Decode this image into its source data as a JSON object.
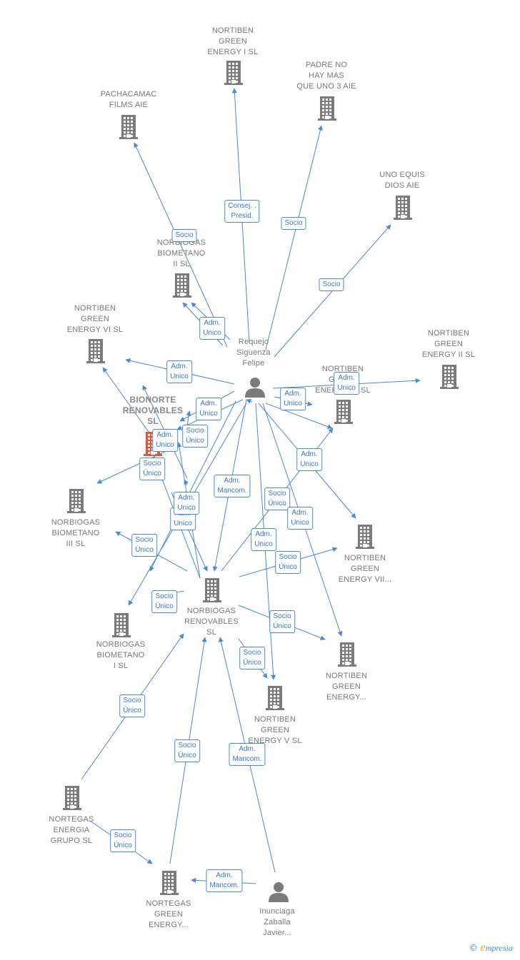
{
  "colors": {
    "edge": "#4a88d8",
    "building": "#7b7b7b",
    "focus_building": "#e0573a",
    "person": "#7b7b7b",
    "label": "#777777"
  },
  "nodes": [
    {
      "id": "nortiben_green_energy_i",
      "type": "company",
      "label": "NORTIBEN\nGREEN\nENERGY I  SL"
    },
    {
      "id": "padre_no_hay_mas",
      "type": "company",
      "label": "PADRE NO\nHAY MAS\nQUE UNO 3 AIE"
    },
    {
      "id": "pachacamac_films",
      "type": "company",
      "label": "PACHACAMAC\nFILMS AIE"
    },
    {
      "id": "uno_equis_dios",
      "type": "company",
      "label": "UNO EQUIS\nDIOS AIE"
    },
    {
      "id": "norbiogas_biometano_ii",
      "type": "company",
      "label": "NORBIOGAS\nBIOMETANO\nII  SL"
    },
    {
      "id": "nortiben_green_energy_vi",
      "type": "company",
      "label": "NORTIBEN\nGREEN\nENERGY VI  SL"
    },
    {
      "id": "requejo_siguenza",
      "type": "person",
      "label": "Requejo\nSiguenza\nFelipe"
    },
    {
      "id": "nortiben_green_energy_ii",
      "type": "company",
      "label": "NORTIBEN\nGREEN\nENERGY II  SL"
    },
    {
      "id": "nortiben_green_energy_iii",
      "type": "company",
      "label": "NORTIBEN\nGREEN\nENERGY III  SL"
    },
    {
      "id": "bionorte_renovables",
      "type": "company",
      "focus": true,
      "label": "BIONORTE\nRENOVABLES\nSL"
    },
    {
      "id": "norbiogas_biometano_iii",
      "type": "company",
      "label": "NORBIOGAS\nBIOMETANO\nIII  SL"
    },
    {
      "id": "nortiben_green_energy_vii",
      "type": "company",
      "label": "NORTIBEN\nGREEN\nENERGY VII..."
    },
    {
      "id": "norbiogas_renovables",
      "type": "company",
      "label": "NORBIOGAS\nRENOVABLES\nSL"
    },
    {
      "id": "norbiogas_biometano_i",
      "type": "company",
      "label": "NORBIOGAS\nBIOMETANO\nI  SL"
    },
    {
      "id": "nortiben_green_energy_x",
      "type": "company",
      "label": "NORTIBEN\nGREEN\nENERGY..."
    },
    {
      "id": "nortiben_green_energy_v",
      "type": "company",
      "label": "NORTIBEN\nGREEN\nENERGY V  SL"
    },
    {
      "id": "nortegas_energia_grupo",
      "type": "company",
      "label": "NORTEGAS\nENERGIA\nGRUPO  SL"
    },
    {
      "id": "nortegas_green_energy",
      "type": "company",
      "label": "NORTEGAS\nGREEN\nENERGY..."
    },
    {
      "id": "inunciaga_zaballa",
      "type": "person",
      "label": "Inunciaga\nZaballa\nJavier..."
    }
  ],
  "relations": [
    {
      "id": "r_consej",
      "text": "Consej. .\nPresid."
    },
    {
      "id": "r_socio_padre",
      "text": "Socio"
    },
    {
      "id": "r_socio_pacha",
      "text": "Socio"
    },
    {
      "id": "r_socio_uno",
      "text": "Socio"
    },
    {
      "id": "r_adm_bio2",
      "text": "Adm.\nUnico"
    },
    {
      "id": "r_adm_gevi",
      "text": "Adm.\nUnico"
    },
    {
      "id": "r_adm_geii",
      "text": "Adm.\nUnico"
    },
    {
      "id": "r_adm_geiii",
      "text": "Adm.\nUnico"
    },
    {
      "id": "r_adm_bionorte1",
      "text": "Adm.\nUnico"
    },
    {
      "id": "r_socio_bionorte_bio2",
      "text": "Socio\nÚnico"
    },
    {
      "id": "r_adm_bionorte2",
      "text": "Adm.\nUnico"
    },
    {
      "id": "r_socio_bionorte_bio3",
      "text": "Socio\nÚnico"
    },
    {
      "id": "r_adm_geiii_b",
      "text": "Adm.\nUnico"
    },
    {
      "id": "r_adm_mancom_rq",
      "text": "Adm.\nMancom."
    },
    {
      "id": "r_adm_bio3",
      "text": "Adm.\nUnico"
    },
    {
      "id": "r_adm_bio3_b",
      "text": "Adm.\nUnico"
    },
    {
      "id": "r_socio_nr_geiii",
      "text": "Socio\nÚnico"
    },
    {
      "id": "r_adm_gevii",
      "text": "Adm.\nUnico"
    },
    {
      "id": "r_adm_gev",
      "text": "Adm.\nUnico"
    },
    {
      "id": "r_socio_nr_bio3",
      "text": "Socio\nÚnico"
    },
    {
      "id": "r_socio_nr_gevii",
      "text": "Socio\nÚnico"
    },
    {
      "id": "r_socio_nr_bio1",
      "text": "Socio\nÚnico"
    },
    {
      "id": "r_socio_nr_gex",
      "text": "Socio\nÚnico"
    },
    {
      "id": "r_socio_nr_gev",
      "text": "Socio\nÚnico"
    },
    {
      "id": "r_socio_neg_nr",
      "text": "Socio\nÚnico"
    },
    {
      "id": "r_socio_nge_nr",
      "text": "Socio\nÚnico"
    },
    {
      "id": "r_adm_mancom_inu_nr",
      "text": "Adm.\nMancom."
    },
    {
      "id": "r_socio_neg_nge",
      "text": "Socio\nÚnico"
    },
    {
      "id": "r_adm_mancom_inu_nge",
      "text": "Adm.\nMancom."
    }
  ],
  "brand": {
    "symbol": "©",
    "initial": "e",
    "rest": "mpresia"
  }
}
